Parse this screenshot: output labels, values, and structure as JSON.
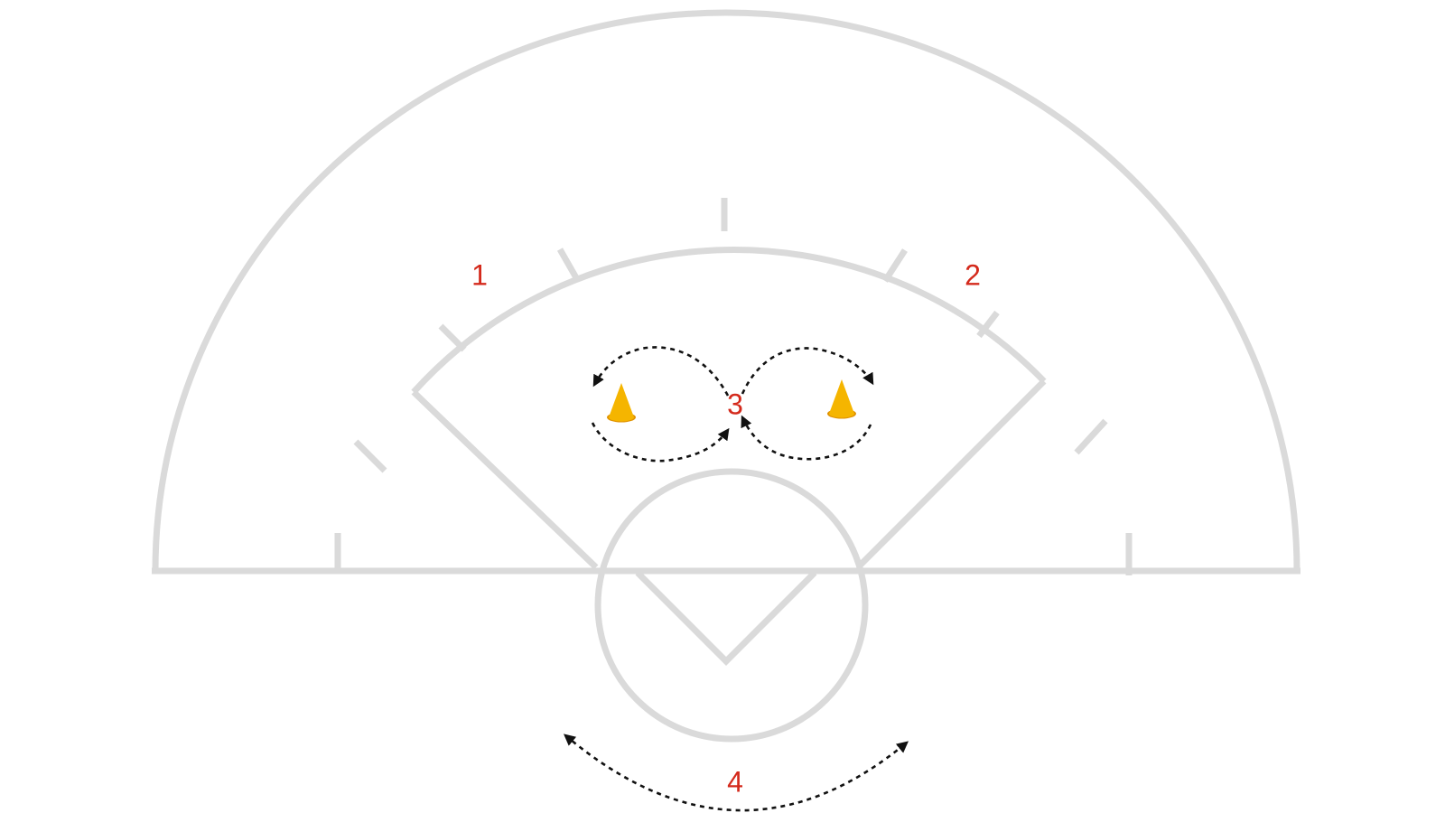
{
  "diagram": {
    "labels": {
      "spot_1": "1",
      "spot_2": "2",
      "spot_3": "3",
      "spot_4": "4"
    },
    "colors": {
      "court_lines": "#dadada",
      "labels": "#d42a1c",
      "cone": "#f5b500",
      "cone_dark": "#e09200",
      "arrows": "#111111"
    },
    "icons": {
      "cone": "traffic-cone-icon"
    }
  }
}
